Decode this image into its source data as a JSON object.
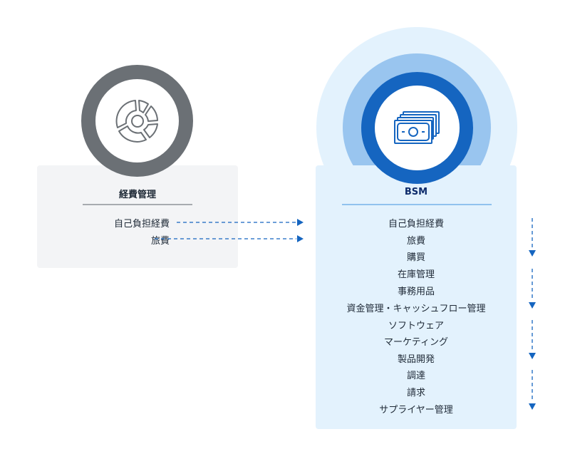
{
  "expense_management": {
    "title": "経費管理",
    "items": [
      "自己負担経費",
      "旅費"
    ],
    "icon": "pie-chart-icon",
    "ring_color": "#6b7075"
  },
  "bsm": {
    "title": "BSM",
    "items": [
      "自己負担経費",
      "旅費",
      "購買",
      "在庫管理",
      "事務用品",
      "資金管理・キャッシュフロー管理",
      "ソフトウェア",
      "マーケティング",
      "製品開発",
      "調達",
      "請求",
      "サプライヤー管理"
    ],
    "icon": "money-stack-icon",
    "ring_color": "#1565c0",
    "halo_color": "#99c5ef"
  },
  "connector_color": "#1565c0"
}
